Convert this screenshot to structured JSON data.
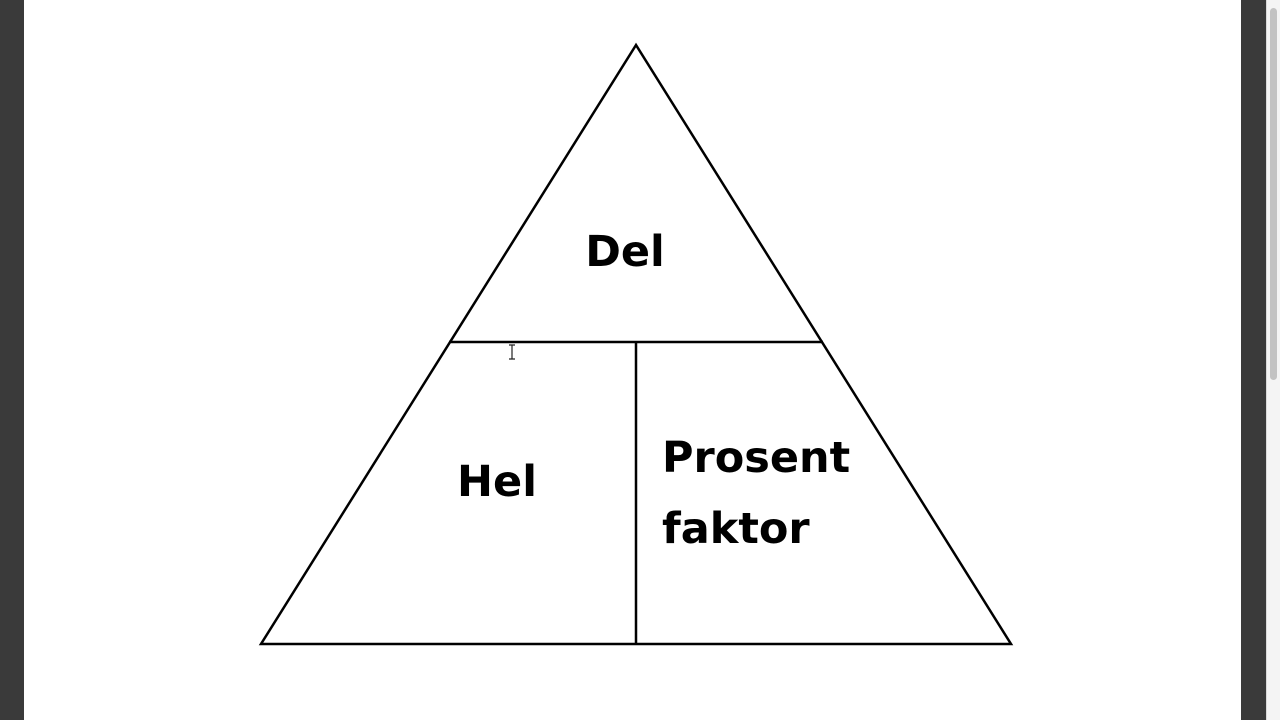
{
  "diagram": {
    "top_label": "Del",
    "bottom_left_label": "Hel",
    "bottom_right_label_line1": "Prosent",
    "bottom_right_label_line2": "faktor"
  },
  "colors": {
    "page_background": "#ffffff",
    "window_frame": "#3a3a3a",
    "stroke": "#000000"
  },
  "icons": {
    "cursor": "i-beam-cursor-icon"
  }
}
